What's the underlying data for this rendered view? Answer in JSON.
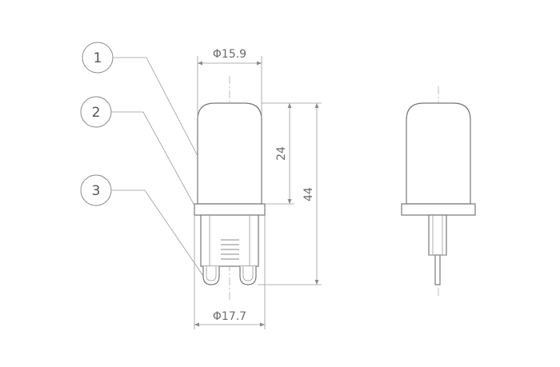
{
  "callouts": [
    {
      "label": "1"
    },
    {
      "label": "2"
    },
    {
      "label": "3"
    }
  ],
  "dimensions": {
    "top_diameter": "Φ15.9",
    "bottom_diameter": "Φ17.7",
    "glass_height": "24",
    "total_height": "44"
  },
  "colors": {
    "line": "#777777",
    "text": "#6b6b6b"
  }
}
